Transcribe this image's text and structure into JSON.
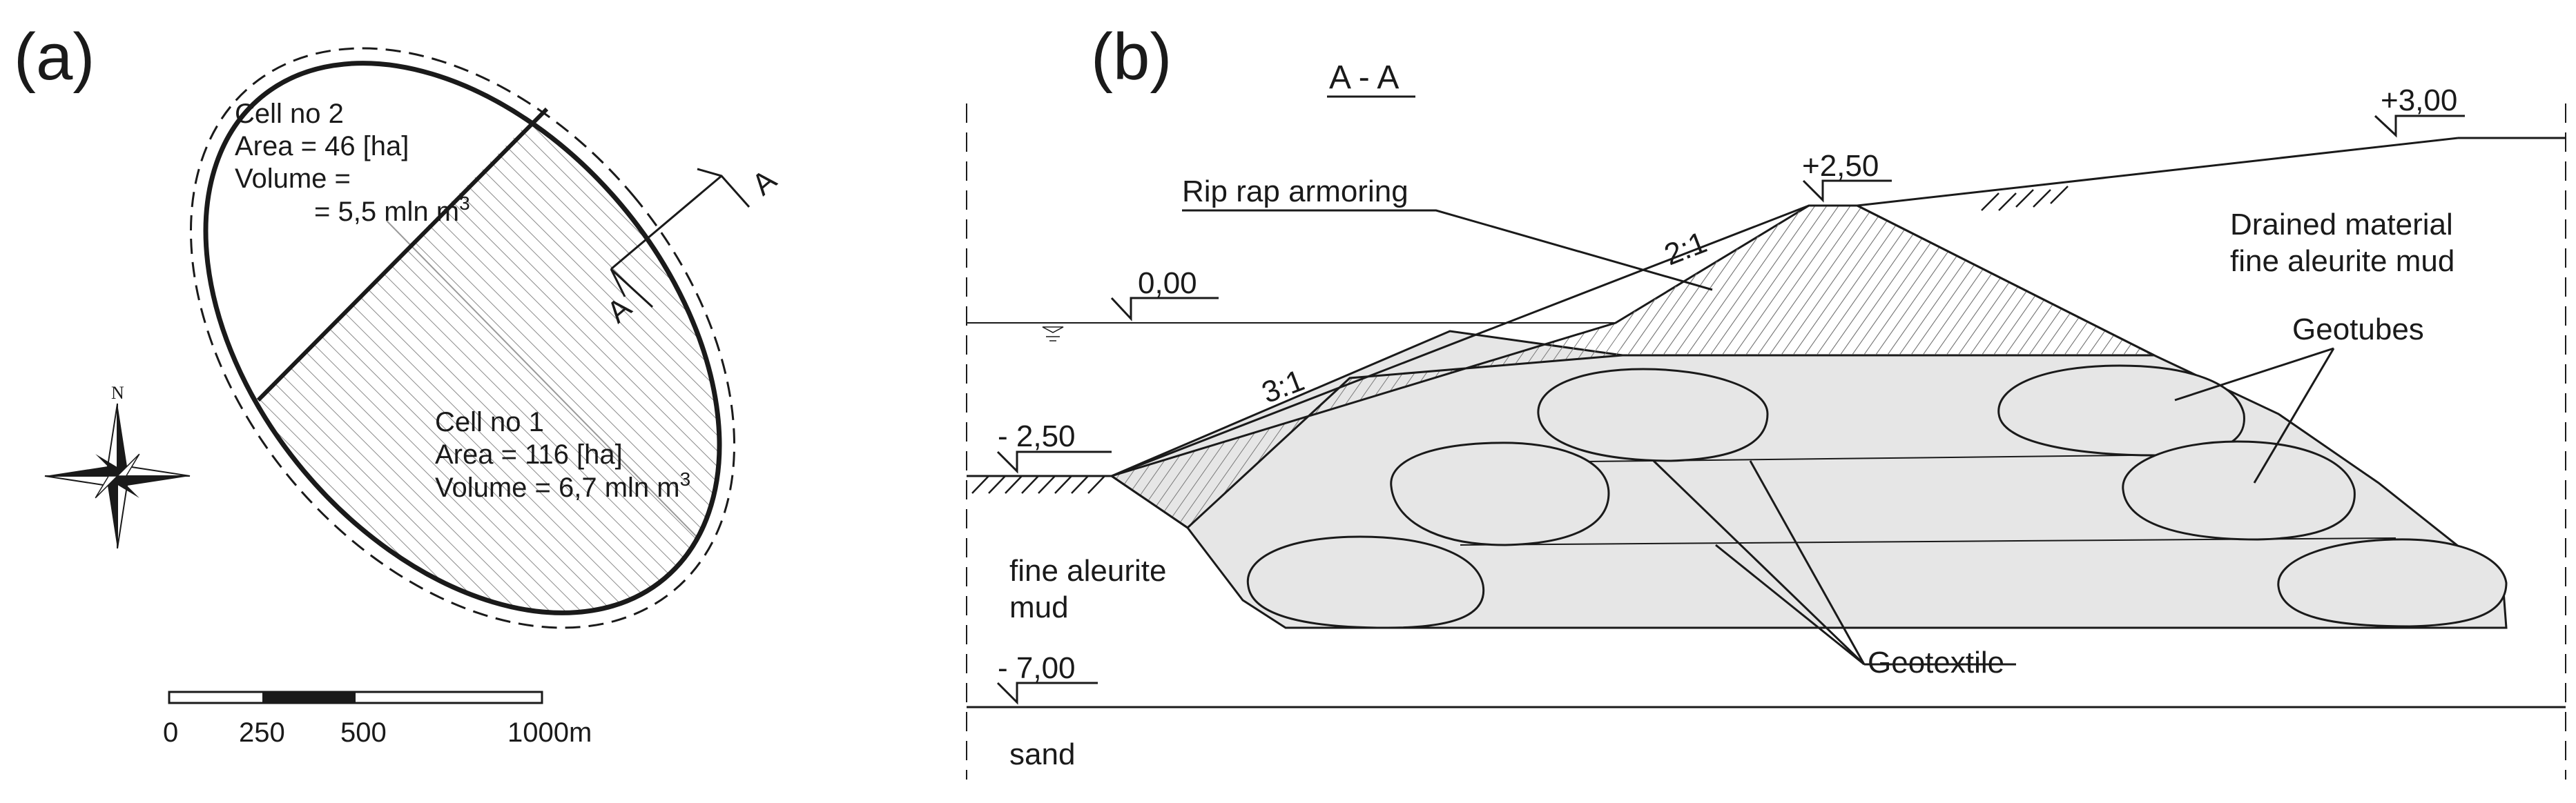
{
  "panel_a": {
    "label": "(a)",
    "cell2": {
      "name": "Cell no 2",
      "area": "Area = 46 [ha]",
      "volume_1": "Volume =",
      "volume_2": "= 5,5 mln m",
      "volume_sup": "3"
    },
    "cell1": {
      "name": "Cell no 1",
      "area": "Area = 116 [ha]",
      "volume": "Volume = 6,7 mln m",
      "volume_sup": "3"
    },
    "section_mark": "A",
    "compass_north": "N",
    "scale_bar": {
      "ticks": [
        "0",
        "250",
        "500",
        "1000m"
      ]
    }
  },
  "panel_b": {
    "label": "(b)",
    "section_title": "A - A",
    "elevations": [
      "+3,00",
      "+2,50",
      "0,00",
      "- 2,50",
      "- 7,00"
    ],
    "slopes": [
      "2:1",
      "3:1"
    ],
    "labels": {
      "rip_rap": "Rip rap armoring",
      "drained_1": "Drained material",
      "drained_2": "fine aleurite mud",
      "geotubes": "Geotubes",
      "geotextile": "Geotextile",
      "mud_1": "fine aleurite",
      "mud_2": "mud",
      "sand": "sand"
    }
  },
  "colors": {
    "line": "#1a1a1a",
    "fill": "#e6e6e6",
    "hatch": "#777777"
  }
}
